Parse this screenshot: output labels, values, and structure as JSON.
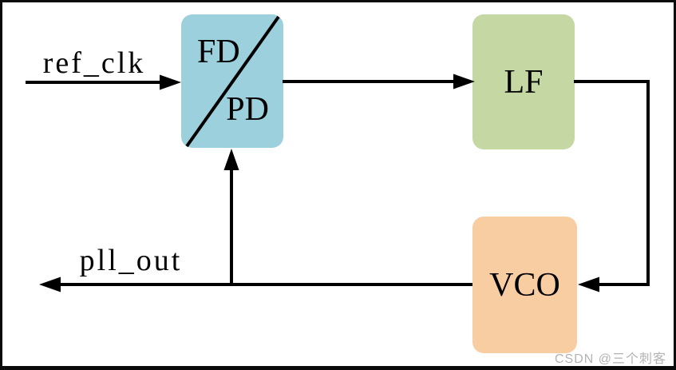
{
  "diagram": {
    "type": "pll-block-diagram",
    "nodes": {
      "fdpd": {
        "label_top": "FD",
        "label_bottom": "PD",
        "fill": "#9bd0dc"
      },
      "lf": {
        "label": "LF",
        "fill": "#c5d7a2"
      },
      "vco": {
        "label": "VCO",
        "fill": "#f9cda2"
      }
    },
    "signals": {
      "input": "ref_clk",
      "output": "pll_out"
    },
    "edges": [
      {
        "from": "ref_clk",
        "to": "FD/PD"
      },
      {
        "from": "FD/PD",
        "to": "LF"
      },
      {
        "from": "LF",
        "to": "VCO"
      },
      {
        "from": "VCO",
        "to": "pll_out"
      },
      {
        "from": "pll_out-line",
        "to": "FD/PD",
        "note": "feedback branch"
      }
    ],
    "line_color": "#000000",
    "background": "#ffffff",
    "frame_color": "#0a0a0a"
  },
  "watermark": {
    "text": "CSDN @三个刺客",
    "color": "#b3b3b3"
  }
}
